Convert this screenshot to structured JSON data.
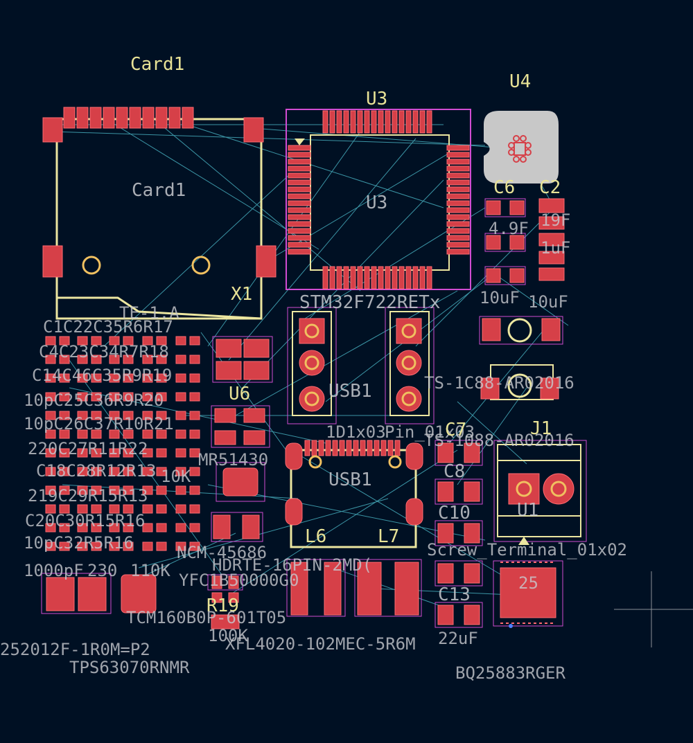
{
  "colors": {
    "background": "#001023",
    "pad": "#d64048",
    "pad_outline": "#ff6a70",
    "silkscreen": "#ece6a0",
    "courtyard": "#d24cd2",
    "ratsnest": "#4fc0d0",
    "fab_text": "#c8cacf",
    "drill": "#f0c060",
    "graphic": "#c8c8c8"
  },
  "labels": {
    "card1_ref_top": "Card1",
    "card1_ref_center": "Card1",
    "u3_ref_top": "U3",
    "u3_ref_center": "U3",
    "u3_value": "STM32F722RETx",
    "u4_ref": "U4",
    "c6": "C6",
    "c2": "C2",
    "c_values": [
      "4.9F",
      "10uF",
      "19F",
      "1uF",
      "10uF",
      "10uF"
    ],
    "x1": "X1",
    "te_val": "TE-1.A",
    "usb1_a": "USB1",
    "usb1_b": "USB1",
    "pinhdr1": "1D1x03",
    "pinhdr2": "Pin_01x03",
    "sw_value1": "TS-1C88-AR02016",
    "sw_value2": "TS-1088-AR02016",
    "j1": "J1",
    "u1": "U1",
    "screw": "Screw_Terminal_01x02",
    "c7": "C7",
    "c8": "C8",
    "c10": "C10",
    "c13": "C13",
    "val22": "22uF",
    "u6": "U6",
    "mr": "MR51430",
    "l6": "L6",
    "l7": "L7",
    "ncm": "NCM-45686",
    "hdr16": "HDRTE-16PIN-2MD(",
    "yfc": "YFC1B50000G0",
    "r19": "R19",
    "k100": "100K",
    "tcm": "TCM160B0P-601T05",
    "xfl": "XFL4020-102MEC-5R6M",
    "p2": "252012F-1R0M=P2",
    "tps": "TPS63070RNMR",
    "bq": "BQ25883RGER",
    "k110": "110K",
    "pf1000": "1000pF",
    "cap230": "230",
    "k10": "10K",
    "n25": "25",
    "grid_row1": "C1C22C35R6R17",
    "grid_row2": "C4C23C34R7R18",
    "grid_row3": "C14C46C35R9R19",
    "grid_row4": "10pC25C36R9R20",
    "grid_row5": "10pC26C37R10R21",
    "grid_row6": "220C27R11R22",
    "grid_row7": "C18C28R12R13",
    "grid_row8": "219C29R15R13",
    "grid_row9": "C20C30R15R16",
    "grid_row10": "10pC32R5R16"
  }
}
